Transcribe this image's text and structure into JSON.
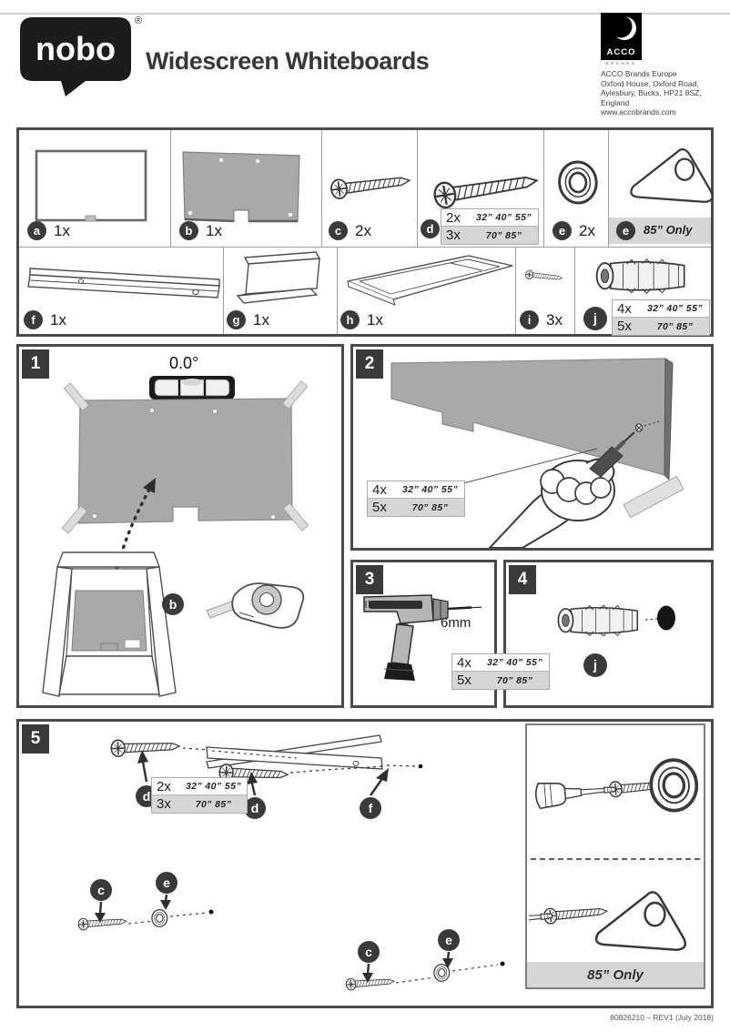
{
  "header": {
    "brand": "nobo",
    "registered": "®",
    "title": "Widescreen Whiteboards",
    "acco": {
      "logo_text": "ACCO",
      "brands_text": "BRANDS",
      "address": [
        "ACCO Brands Europe",
        "Oxford House, Oxford Road,",
        "Aylesbury, Bucks, HP21 8SZ,",
        "England",
        "www.accobrands.com"
      ]
    }
  },
  "parts": {
    "a": {
      "id": "a",
      "count": "1x"
    },
    "b": {
      "id": "b",
      "count": "1x"
    },
    "c": {
      "id": "c",
      "count": "2x"
    },
    "d": {
      "id": "d",
      "rows": [
        {
          "count": "2x",
          "sizes": "32” 40” 55”"
        },
        {
          "count": "3x",
          "sizes": "70” 85”"
        }
      ]
    },
    "e": {
      "id": "e",
      "count": "2x"
    },
    "e85": {
      "id": "e",
      "label": "85” Only"
    },
    "f": {
      "id": "f",
      "count": "1x"
    },
    "g": {
      "id": "g",
      "count": "1x"
    },
    "h": {
      "id": "h",
      "count": "1x"
    },
    "i": {
      "id": "i",
      "count": "3x"
    },
    "j": {
      "id": "j",
      "rows": [
        {
          "count": "4x",
          "sizes": "32” 40” 55”"
        },
        {
          "count": "5x",
          "sizes": "70” 85”"
        }
      ]
    }
  },
  "steps": {
    "s1": {
      "number": "1",
      "angle": "0.0°",
      "part_label": "b"
    },
    "s2": {
      "number": "2",
      "rows": [
        {
          "count": "4x",
          "sizes": "32” 40” 55”"
        },
        {
          "count": "5x",
          "sizes": "70” 85”"
        }
      ]
    },
    "s3": {
      "number": "3",
      "drill_size": "6mm"
    },
    "s34_rows": [
      {
        "count": "4x",
        "sizes": "32” 40” 55”"
      },
      {
        "count": "5x",
        "sizes": "70” 85”"
      }
    ],
    "s4": {
      "number": "4",
      "part_label": "j"
    },
    "s5": {
      "number": "5",
      "rows": [
        {
          "count": "2x",
          "sizes": "32” 40” 55”"
        },
        {
          "count": "3x",
          "sizes": "70” 85”"
        }
      ],
      "label_d": "d",
      "label_f": "f",
      "label_c": "c",
      "label_e": "e",
      "panel_label": "85” Only"
    }
  },
  "footer": {
    "doc_ref": "80826210 – REV1 (July 2018)"
  }
}
